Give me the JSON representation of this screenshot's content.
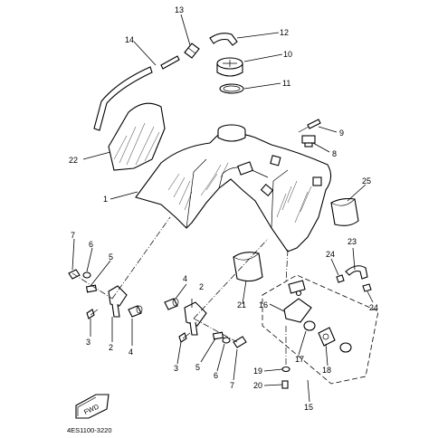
{
  "diagram": {
    "callouts": [
      "1",
      "2",
      "2",
      "3",
      "3",
      "4",
      "4",
      "5",
      "5",
      "6",
      "6",
      "7",
      "7",
      "8",
      "9",
      "10",
      "11",
      "12",
      "13",
      "14",
      "15",
      "16",
      "17",
      "18",
      "19",
      "20",
      "21",
      "22",
      "23",
      "24",
      "24",
      "25"
    ],
    "fwd_label": "FWD",
    "drawing_code": "4ES1100-3220"
  }
}
